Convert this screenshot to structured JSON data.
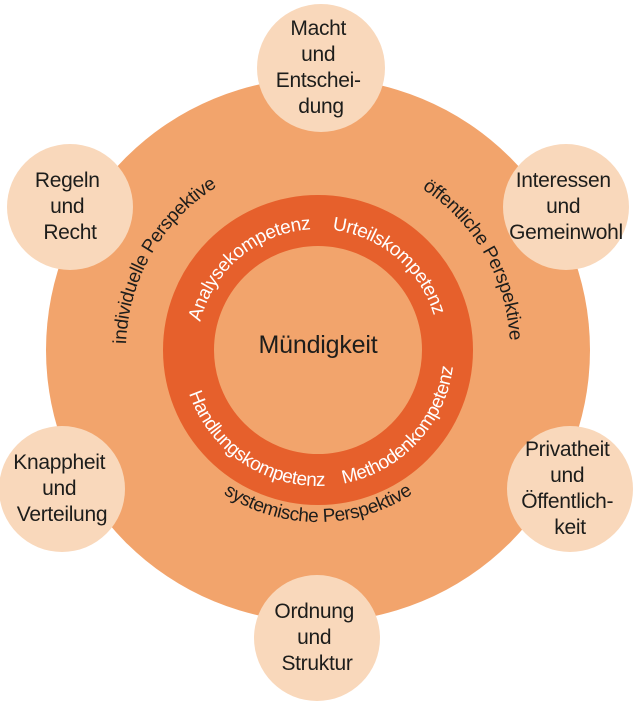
{
  "diagram": {
    "center": {
      "label": "Mündigkeit"
    },
    "ring": {
      "top_left": "Analysekompetenz",
      "top_right": "Urteilskompetenz",
      "bottom_left": "Handlungskompetenz",
      "bottom_right": "Methodenkompetenz"
    },
    "perspectives": {
      "left": "individuelle Perspektive",
      "right": "öffentliche Perspektive",
      "bottom": "systemische Perspektive"
    },
    "satellites": {
      "top": {
        "lines": [
          "Macht",
          "und",
          "Entschei-",
          "dung"
        ]
      },
      "top_left": {
        "lines": [
          "Regeln",
          "und",
          "Recht"
        ]
      },
      "top_right": {
        "lines": [
          "Interessen",
          "und",
          "Gemeinwohl"
        ]
      },
      "bottom_left": {
        "lines": [
          "Knappheit",
          "und",
          "Verteilung"
        ]
      },
      "bottom_right": {
        "lines": [
          "Privatheit",
          "und",
          "Öffentlich-",
          "keit"
        ]
      },
      "bottom": {
        "lines": [
          "Ordnung",
          "und",
          "Struktur"
        ]
      }
    },
    "colors": {
      "background": "#FFFFFF",
      "main_circle": "#F2A46C",
      "ring": "#E6602C",
      "satellite": "#F9D8BB",
      "ring_text": "#FFFFFF",
      "text": "#1D1D1B"
    }
  }
}
